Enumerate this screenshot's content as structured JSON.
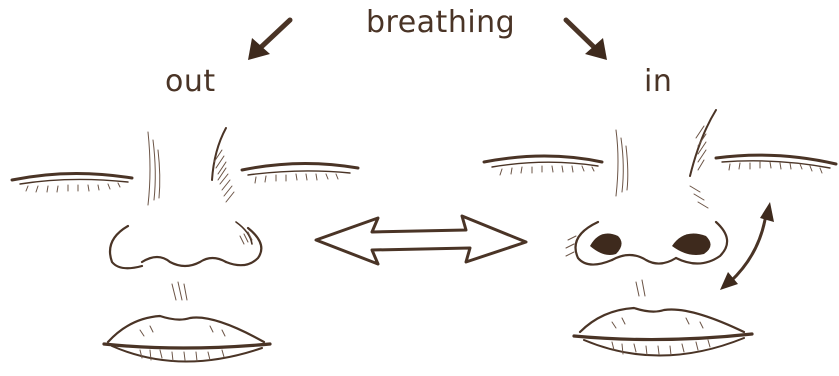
{
  "labels": {
    "title": "breathing",
    "left": "out",
    "right": "in"
  },
  "colors": {
    "ink": "#4a3426",
    "background": "#ffffff"
  },
  "icons": {
    "arrow_to_out": "diagonal-arrow-down-left",
    "arrow_to_in": "diagonal-arrow-down-right",
    "comparison_arrow": "double-headed-hollow-arrow",
    "flare_arrow": "curved-double-headed-arrow"
  }
}
